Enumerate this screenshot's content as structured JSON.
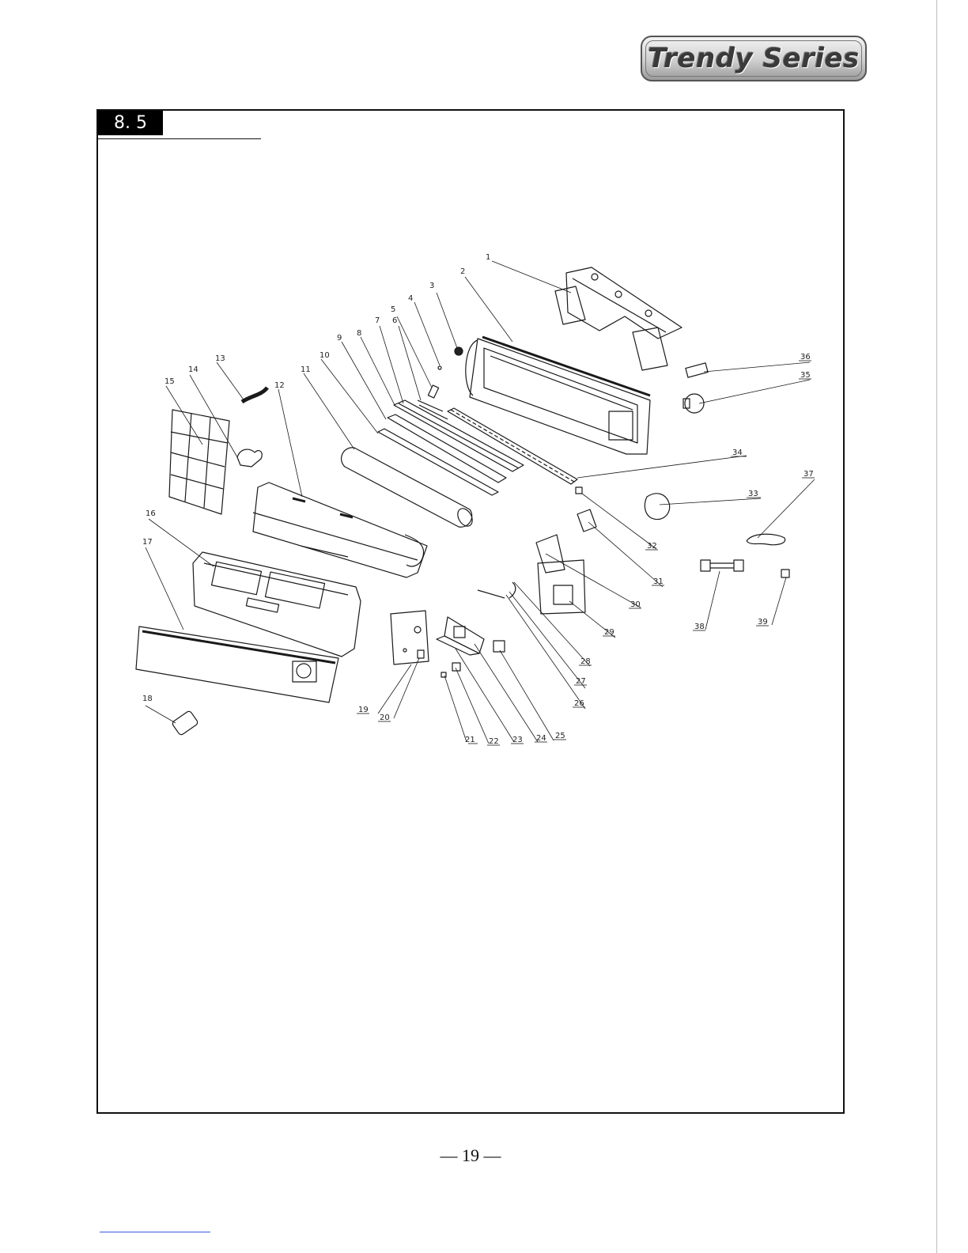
{
  "header": {
    "brand": "Trendy Series"
  },
  "section": {
    "number": "8. 5"
  },
  "diagram": {
    "callouts": [
      "1",
      "2",
      "3",
      "4",
      "5",
      "6",
      "7",
      "8",
      "9",
      "10",
      "11",
      "12",
      "13",
      "14",
      "15",
      "16",
      "17",
      "18",
      "19",
      "20",
      "21",
      "22",
      "23",
      "24",
      "25",
      "26",
      "27",
      "28",
      "29",
      "30",
      "31",
      "32",
      "33",
      "34",
      "35",
      "36",
      "37",
      "38",
      "39"
    ]
  },
  "footer": {
    "page_number": "— 19 —"
  }
}
